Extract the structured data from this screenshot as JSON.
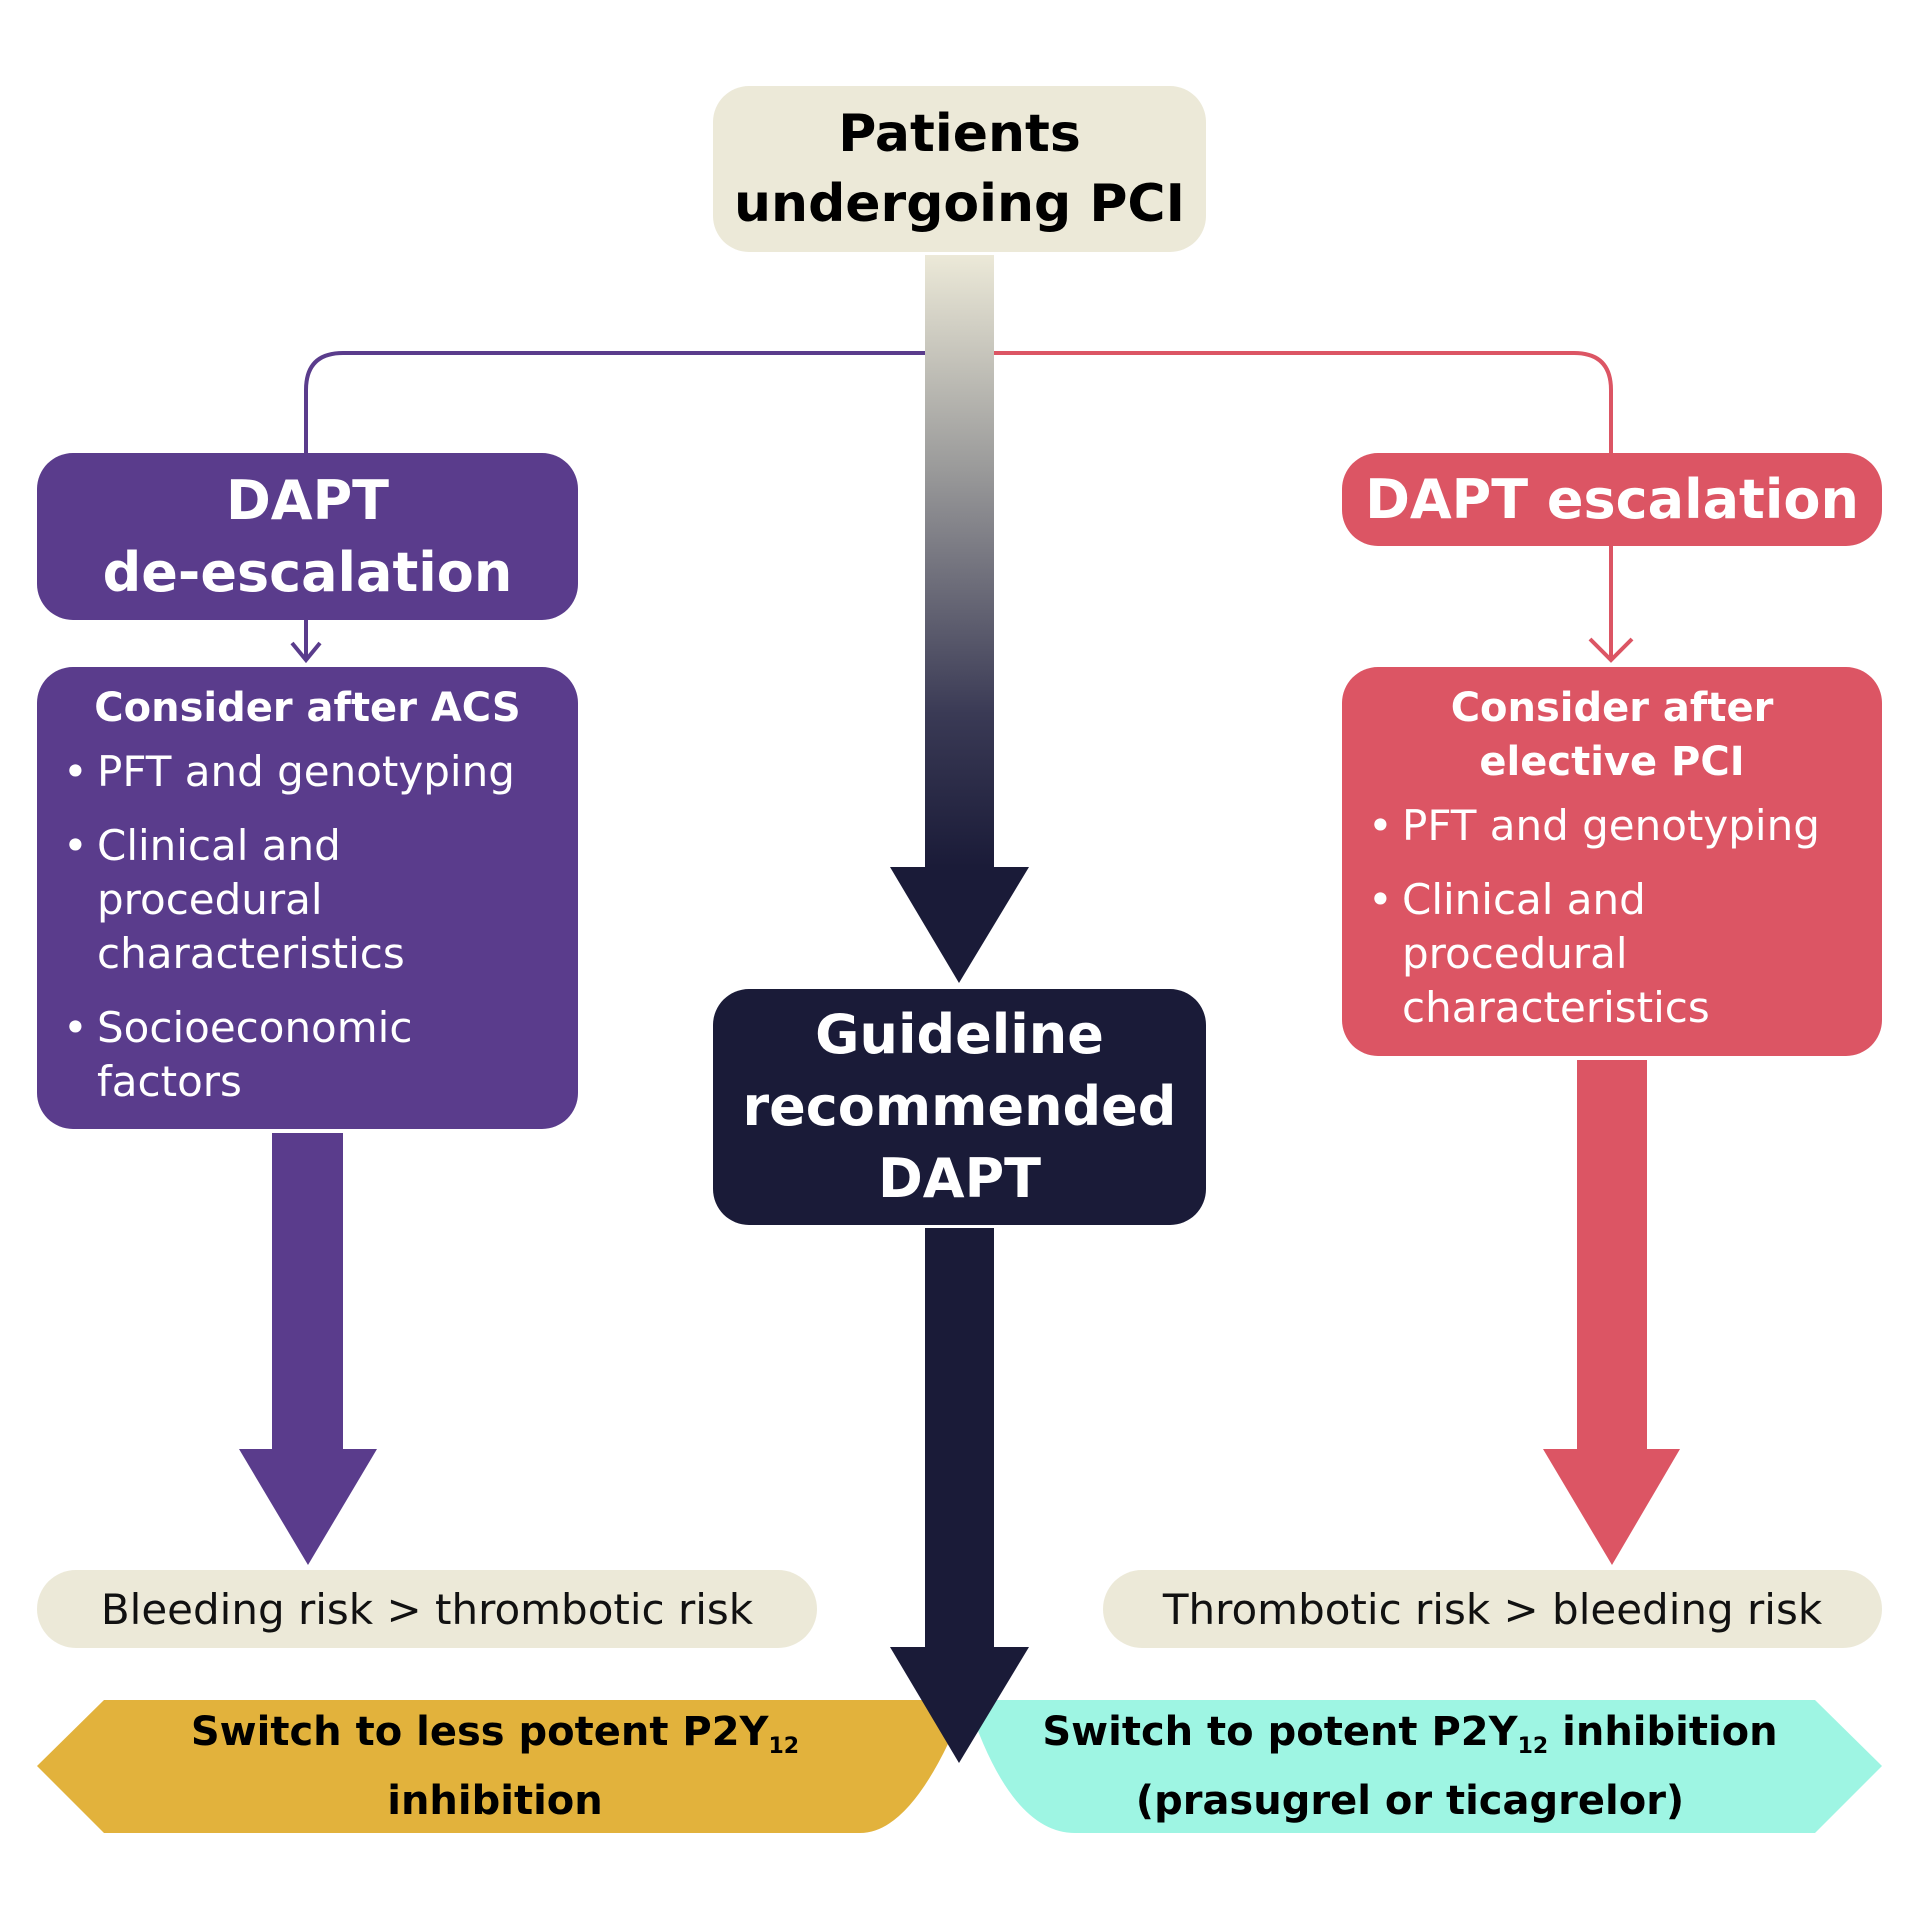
{
  "colors": {
    "beige": "#ece9d8",
    "purple": "#5a3c8c",
    "red": "#dc5564",
    "navy": "#1a1b38",
    "gold": "#e2b23c",
    "mint": "#9ef5e3"
  },
  "start": {
    "line1": "Patients",
    "line2": "undergoing PCI"
  },
  "center": {
    "line1": "Guideline",
    "line2": "recommended",
    "line3": "DAPT"
  },
  "left": {
    "header_line1": "DAPT",
    "header_line2": "de-escalation",
    "consider_title": "Consider after ACS",
    "bullets": [
      {
        "line1": "PFT and genotyping",
        "line2": ""
      },
      {
        "line1": "Clinical and",
        "line2": "procedural characteristics"
      },
      {
        "line1": "Socioeconomic",
        "line2": "factors"
      }
    ],
    "risk": "Bleeding risk > thrombotic risk",
    "outcome_prefix": "Switch to less potent P2Y",
    "outcome_sub": "12",
    "outcome_suffix": " inhibition"
  },
  "right": {
    "header": "DAPT escalation",
    "consider_title_line1": "Consider after",
    "consider_title_line2": "elective PCI",
    "bullets": [
      {
        "line1": "PFT and genotyping",
        "line2": ""
      },
      {
        "line1": "Clinical and",
        "line2": "procedural characteristics"
      }
    ],
    "risk": "Thrombotic risk > bleeding risk",
    "outcome_prefix": "Switch to potent P2Y",
    "outcome_sub": "12",
    "outcome_suffix": " inhibition",
    "outcome_line2": "(prasugrel or ticagrelor)"
  }
}
